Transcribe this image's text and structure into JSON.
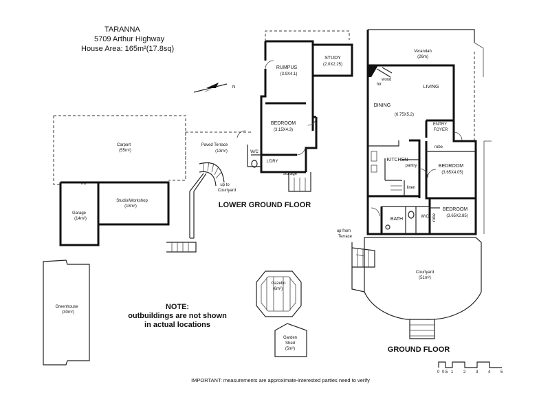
{
  "header": {
    "name": "TARANNA",
    "address": "5709 Arthur Highway",
    "house_area": "House Area: 165m²(17.8sq)"
  },
  "compass": {
    "label": "N"
  },
  "lower_ground": {
    "label": "LOWER GROUND FLOOR",
    "rooms": {
      "rumpus": {
        "name": "RUMPUS",
        "dims": "(3.9X4.1)"
      },
      "study": {
        "name": "STUDY",
        "dims": "(2.0X2.25)"
      },
      "bedroom": {
        "name": "BEDROOM",
        "dims": "(3.15X4.3)"
      },
      "wc": {
        "name": "W/C"
      },
      "ldry": {
        "name": "L'DRY"
      },
      "storage": {
        "name": "storage"
      },
      "paved_terrace": {
        "name": "Paved Terrace",
        "area": "(13m²)"
      },
      "up_courtyard": {
        "line1": "up to",
        "line2": "Courtyard"
      }
    }
  },
  "outbuildings": {
    "carport": {
      "name": "Carport",
      "area": "(55m²)"
    },
    "rd": "r/d",
    "garage": {
      "name": "Garage",
      "area": "(14m²)"
    },
    "studio": {
      "name": "Studio/Workshop",
      "area": "(18m²)"
    },
    "greenhouse": {
      "name": "Greenhouse",
      "area": "(30m²)"
    },
    "gazebo": {
      "name": "Gazebo",
      "area": "(6m²)"
    },
    "garden_shed": {
      "line1": "Garden",
      "line2": "Shed",
      "area": "(5m²)"
    }
  },
  "note": {
    "title": "NOTE:",
    "line1": "outbuildings are not shown",
    "line2": "in actual locations"
  },
  "ground": {
    "label": "GROUND FLOOR",
    "rooms": {
      "verandah": {
        "name": "Verandah",
        "area": "(26m)"
      },
      "wood_htr": {
        "line1": "wood",
        "line2": "htr"
      },
      "living": {
        "name": "LIVING"
      },
      "dining": {
        "name": "DINING",
        "dims": "(6.75X5.2)"
      },
      "entry": {
        "line1": "ENTRY",
        "line2": "FOYER"
      },
      "kitchen": {
        "name": "KITCHEN"
      },
      "pantry": {
        "name": "pantry"
      },
      "linen": {
        "name": "linen"
      },
      "robe1": {
        "name": "robe"
      },
      "bedroom1": {
        "name": "BEDROOM",
        "dims": "(3.65X4.05)"
      },
      "bath": {
        "name": "BATH"
      },
      "wc": {
        "name": "W/C"
      },
      "robe2": {
        "name": "robe"
      },
      "bedroom2": {
        "name": "BEDROOM",
        "dims": "(3.65X2.85)"
      },
      "up_terrace": {
        "line1": "up from",
        "line2": "Terrace"
      },
      "courtyard": {
        "name": "Courtyard",
        "area": "(51m²)"
      }
    }
  },
  "scale": {
    "labels": [
      "0",
      "0.5",
      "1",
      "2",
      "3",
      "4",
      "5"
    ]
  },
  "disclaimer": "IMPORTANT: measurements are approximate-interested parties need to verify"
}
